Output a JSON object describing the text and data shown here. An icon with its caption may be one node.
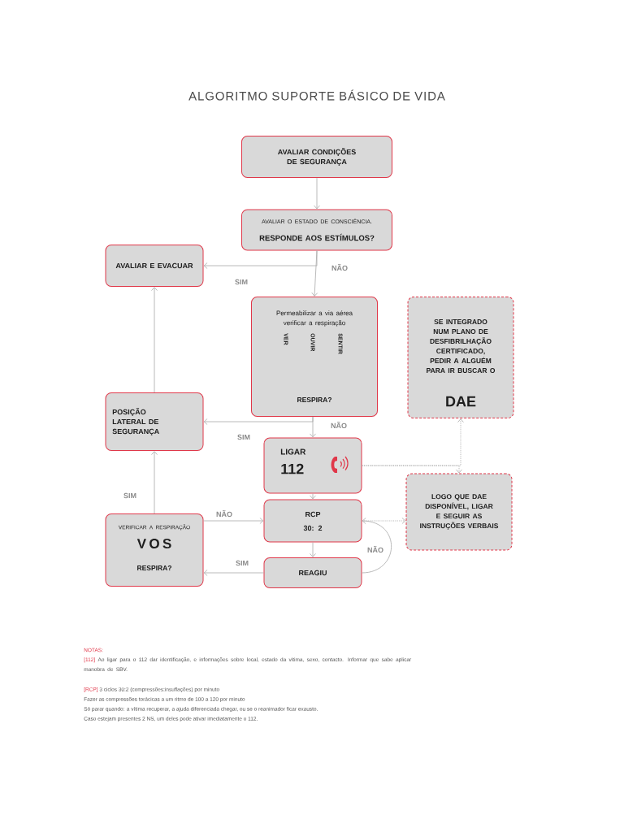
{
  "diagram": {
    "title": "ALGORITMO SUPORTE BÁSICO DE VIDA",
    "nodes": [
      {
        "text": [
          "AVALIAR CONDIÇÕES DE SEGURANÇA"
        ]
      },
      {
        "text": [
          "AVALIAR O ESTADO DE CONSCIÊNCIA.",
          "RESPONDE AOS ESTÍMULOS?"
        ]
      },
      {
        "text": [
          "AVALIAR E EVACUAR"
        ]
      },
      {
        "text": [
          "Permeabilizar a via aérea verificar a respiração",
          "VER",
          "OUVIR",
          "SENTIR",
          "RESPIRA?"
        ]
      },
      {
        "text": [
          "POSIÇÃO LATERAL DE SEGURANÇA"
        ]
      },
      {
        "text": [
          "LIGAR",
          "112"
        ]
      },
      {
        "text": [
          "SE INTEGRADO NUM PLANO DE DESFIBRILHAÇÃO CERTIFICADO, PEDIR A ALGUÉM PARA IR BUSCAR O",
          "DAE"
        ]
      },
      {
        "text": [
          "LOGO QUE DAE DISPONÍVEL, LIGAR E SEGUIR AS INSTRUÇÕES VERBAIS"
        ]
      },
      {
        "text": [
          "RCP",
          "30: 2"
        ]
      },
      {
        "text": [
          "VERIFICAR A RESPIRAÇÃO",
          "V O S",
          "RESPIRA?"
        ]
      },
      {
        "text": [
          "REAGIU"
        ]
      }
    ],
    "edges": [
      {
        "from": 0,
        "to": 1,
        "arrow": "to"
      },
      {
        "from": 1,
        "to": 2,
        "arrow": "to",
        "label": "SIM"
      },
      {
        "from": 1,
        "to": 3,
        "arrow": "to",
        "label": "NÃO"
      },
      {
        "from": 3,
        "to": 4,
        "arrow": "to",
        "label": "SIM"
      },
      {
        "from": 3,
        "to": 5,
        "arrow": "to",
        "label": "NÃO"
      },
      {
        "from": 4,
        "to": 2,
        "arrow": "to"
      },
      {
        "from": 5,
        "to": 8,
        "arrow": "to"
      },
      {
        "from": 5,
        "to": 6,
        "arrow": "to",
        "style": "dashed"
      },
      {
        "from": 5,
        "to": 7,
        "arrow": "to",
        "style": "dashed"
      },
      {
        "from": 8,
        "to": 7,
        "arrow": "to",
        "style": "dashed"
      },
      {
        "from": 9,
        "to": 4,
        "arrow": "to",
        "label": "SIM"
      },
      {
        "from": 9,
        "to": 8,
        "arrow": "to",
        "label": "NÃO"
      },
      {
        "from": 8,
        "to": 10,
        "arrow": "to"
      },
      {
        "from": 10,
        "to": 9,
        "arrow": "to",
        "label": "SIM"
      },
      {
        "from": 10,
        "to": 8,
        "arrow": "to",
        "label": "NÃO"
      }
    ],
    "labels": [
      "NOTAS:",
      "[112]",
      "Ao ligar para o 112 dar identificação, e informações sobre local, estado da vitima, sexo, contacto. Informar que sabe aplicar manobra de SBV.",
      "[RCP]",
      "3 ciclos 30:2 (compressões:insuflações) por minuto",
      "Fazer as compressões torácicas a um ritmo de 100 a 120 por minuto",
      "Só parar quando: a vítima recuperar, a ajuda diferenciada chegar, ou se o reanimador ficar exausto.",
      "Caso estejam presentes 2 NS, um deles pode ativar imediatamente o 112."
    ]
  }
}
